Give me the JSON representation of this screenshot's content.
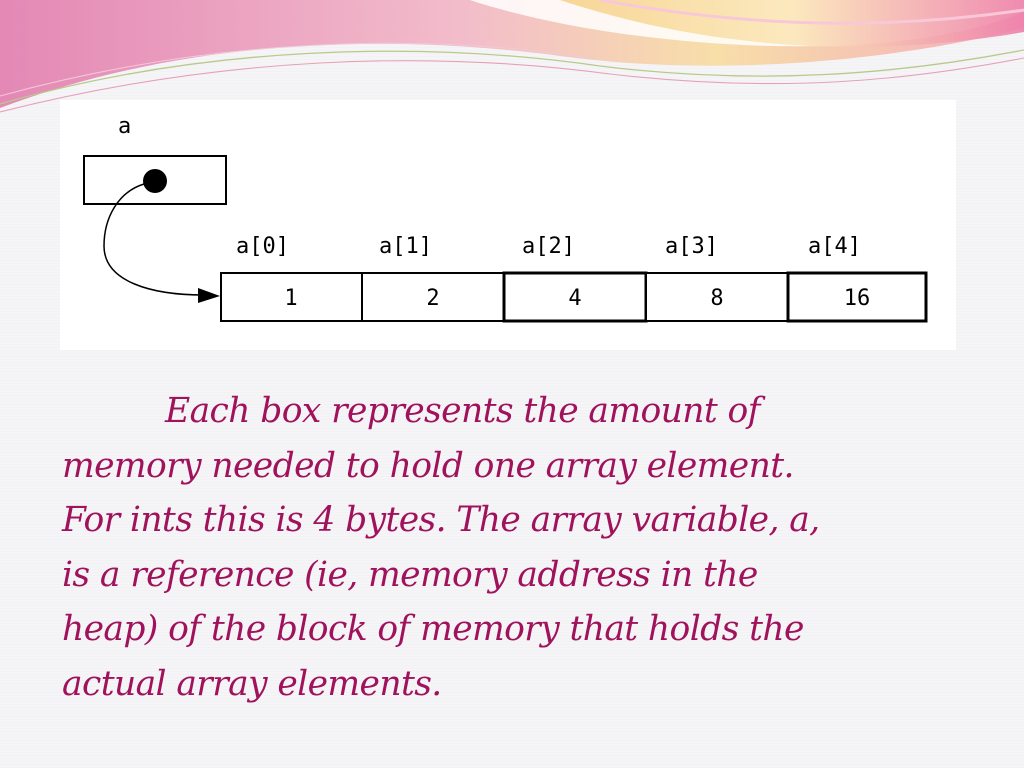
{
  "diagram": {
    "variable_label": "a",
    "index_labels": [
      "a[0]",
      "a[1]",
      "a[2]",
      "a[3]",
      "a[4]"
    ],
    "values": [
      "1",
      "2",
      "4",
      "8",
      "16"
    ]
  },
  "caption": {
    "lines": [
      "Each box represents the amount of",
      "memory needed to hold one array element.",
      "For ints this is 4 bytes. The array variable, a,",
      "is a reference (ie, memory address in the",
      "heap) of the block of memory that holds the",
      "actual array elements."
    ]
  },
  "colors": {
    "text": "#a0125c",
    "wave_pink": "#e9609c",
    "wave_yellow": "#f6d68a"
  }
}
